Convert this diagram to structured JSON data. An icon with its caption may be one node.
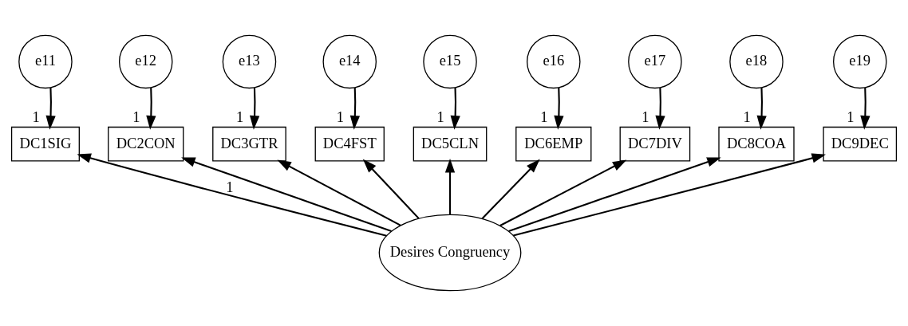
{
  "diagram": {
    "nodes": [
      {
        "text": [
          "e11"
        ]
      },
      {
        "text": [
          "e12"
        ]
      },
      {
        "text": [
          "e13"
        ]
      },
      {
        "text": [
          "e14"
        ]
      },
      {
        "text": [
          "e15"
        ]
      },
      {
        "text": [
          "e16"
        ]
      },
      {
        "text": [
          "e17"
        ]
      },
      {
        "text": [
          "e18"
        ]
      },
      {
        "text": [
          "e19"
        ]
      },
      {
        "text": [
          "DC1SIG"
        ]
      },
      {
        "text": [
          "DC2CON"
        ]
      },
      {
        "text": [
          "DC3GTR"
        ]
      },
      {
        "text": [
          "DC4FST"
        ]
      },
      {
        "text": [
          "DC5CLN"
        ]
      },
      {
        "text": [
          "DC6EMP"
        ]
      },
      {
        "text": [
          "DC7DIV"
        ]
      },
      {
        "text": [
          "DC8COA"
        ]
      },
      {
        "text": [
          "DC9DEC"
        ]
      },
      {
        "text": [
          "Desires Congruency"
        ]
      }
    ],
    "edges": [
      {
        "from": 0,
        "to": 9,
        "arrow": "to",
        "label": "1"
      },
      {
        "from": 1,
        "to": 10,
        "arrow": "to",
        "label": "1"
      },
      {
        "from": 2,
        "to": 11,
        "arrow": "to",
        "label": "1"
      },
      {
        "from": 3,
        "to": 12,
        "arrow": "to",
        "label": "1"
      },
      {
        "from": 4,
        "to": 13,
        "arrow": "to",
        "label": "1"
      },
      {
        "from": 5,
        "to": 14,
        "arrow": "to",
        "label": "1"
      },
      {
        "from": 6,
        "to": 15,
        "arrow": "to",
        "label": "1"
      },
      {
        "from": 7,
        "to": 16,
        "arrow": "to",
        "label": "1"
      },
      {
        "from": 8,
        "to": 17,
        "arrow": "to",
        "label": "1"
      },
      {
        "from": 18,
        "to": 9,
        "arrow": "to",
        "label": "1"
      },
      {
        "from": 18,
        "to": 10,
        "arrow": "to"
      },
      {
        "from": 18,
        "to": 11,
        "arrow": "to"
      },
      {
        "from": 18,
        "to": 12,
        "arrow": "to"
      },
      {
        "from": 18,
        "to": 13,
        "arrow": "to"
      },
      {
        "from": 18,
        "to": 14,
        "arrow": "to"
      },
      {
        "from": 18,
        "to": 15,
        "arrow": "to"
      },
      {
        "from": 18,
        "to": 16,
        "arrow": "to"
      },
      {
        "from": 18,
        "to": 17,
        "arrow": "to"
      }
    ]
  }
}
